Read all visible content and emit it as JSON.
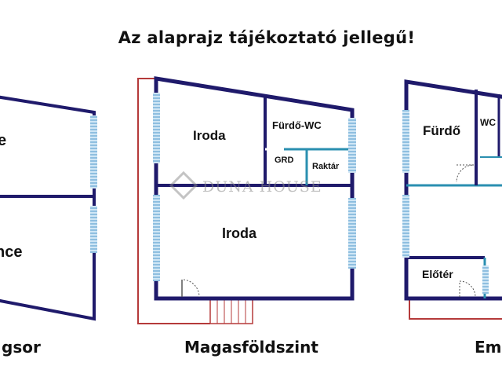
{
  "title": "Az alaprajz tájékoztató jellegű!",
  "watermark": {
    "text": "DUNA HOUSE"
  },
  "colors": {
    "wall": "#1f1a6b",
    "window": "#9cc8e6",
    "stair": "#b53a3a",
    "partition": "#2a8fb0"
  },
  "floors": [
    {
      "caption": "gsor",
      "rooms": [
        "e",
        "nce"
      ]
    },
    {
      "caption": "Magasföldszint",
      "rooms": [
        "Iroda",
        "Fürdő-WC",
        "GRD",
        "Raktár",
        "Iroda"
      ]
    },
    {
      "caption": "Em",
      "rooms": [
        "Fürdő",
        "WC",
        "Előtér"
      ]
    }
  ]
}
